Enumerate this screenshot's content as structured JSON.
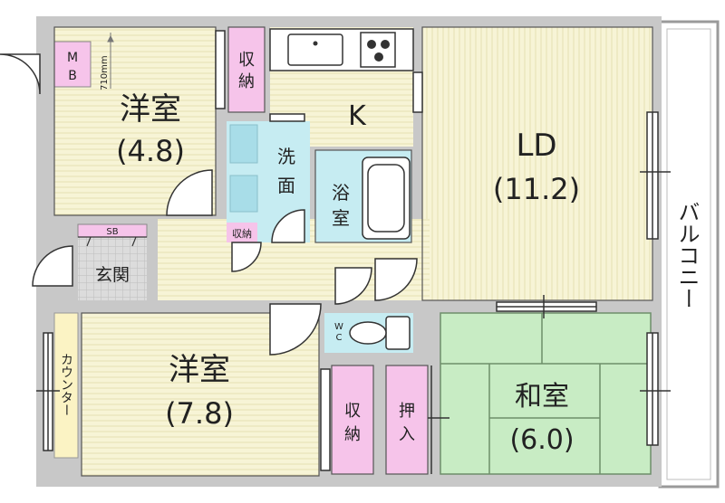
{
  "rooms": {
    "western1": {
      "name": "洋室",
      "size": "(4.8)"
    },
    "kitchen": {
      "name": "K"
    },
    "ld": {
      "name": "LD",
      "size": "(11.2)"
    },
    "western2": {
      "name": "洋室",
      "size": "(7.8)"
    },
    "japanese": {
      "name": "和室",
      "size": "(6.0)"
    },
    "bath": {
      "name_line1": "浴",
      "name_line2": "室"
    },
    "washroom": {
      "name_line1": "洗",
      "name_line2": "面"
    },
    "entrance": {
      "name": "玄関"
    },
    "balcony": {
      "name": "バルコニー"
    }
  },
  "storage": {
    "closet1": {
      "line1": "収",
      "line2": "納"
    },
    "closet_small": {
      "label": "収納"
    },
    "closet2": {
      "line1": "収",
      "line2": "納"
    },
    "oshiire": {
      "line1": "押",
      "line2": "入"
    }
  },
  "fixtures": {
    "mb": {
      "line1": "M",
      "line2": "B"
    },
    "shoe_box": {
      "label": "SB"
    },
    "wc": {
      "line1": "W",
      "line2": "C"
    },
    "counter": {
      "label": "カウンター"
    },
    "dimension": {
      "label": "710mm"
    }
  },
  "colors": {
    "wall": "#c8c8c8",
    "floor_wood": "#f7f4d6",
    "tatami": "#c8ecc4",
    "closet": "#f6c4ea",
    "wet_area": "#c6ecf2",
    "counter": "#fbf3c4",
    "entrance_tile": "#d6d6d6"
  }
}
